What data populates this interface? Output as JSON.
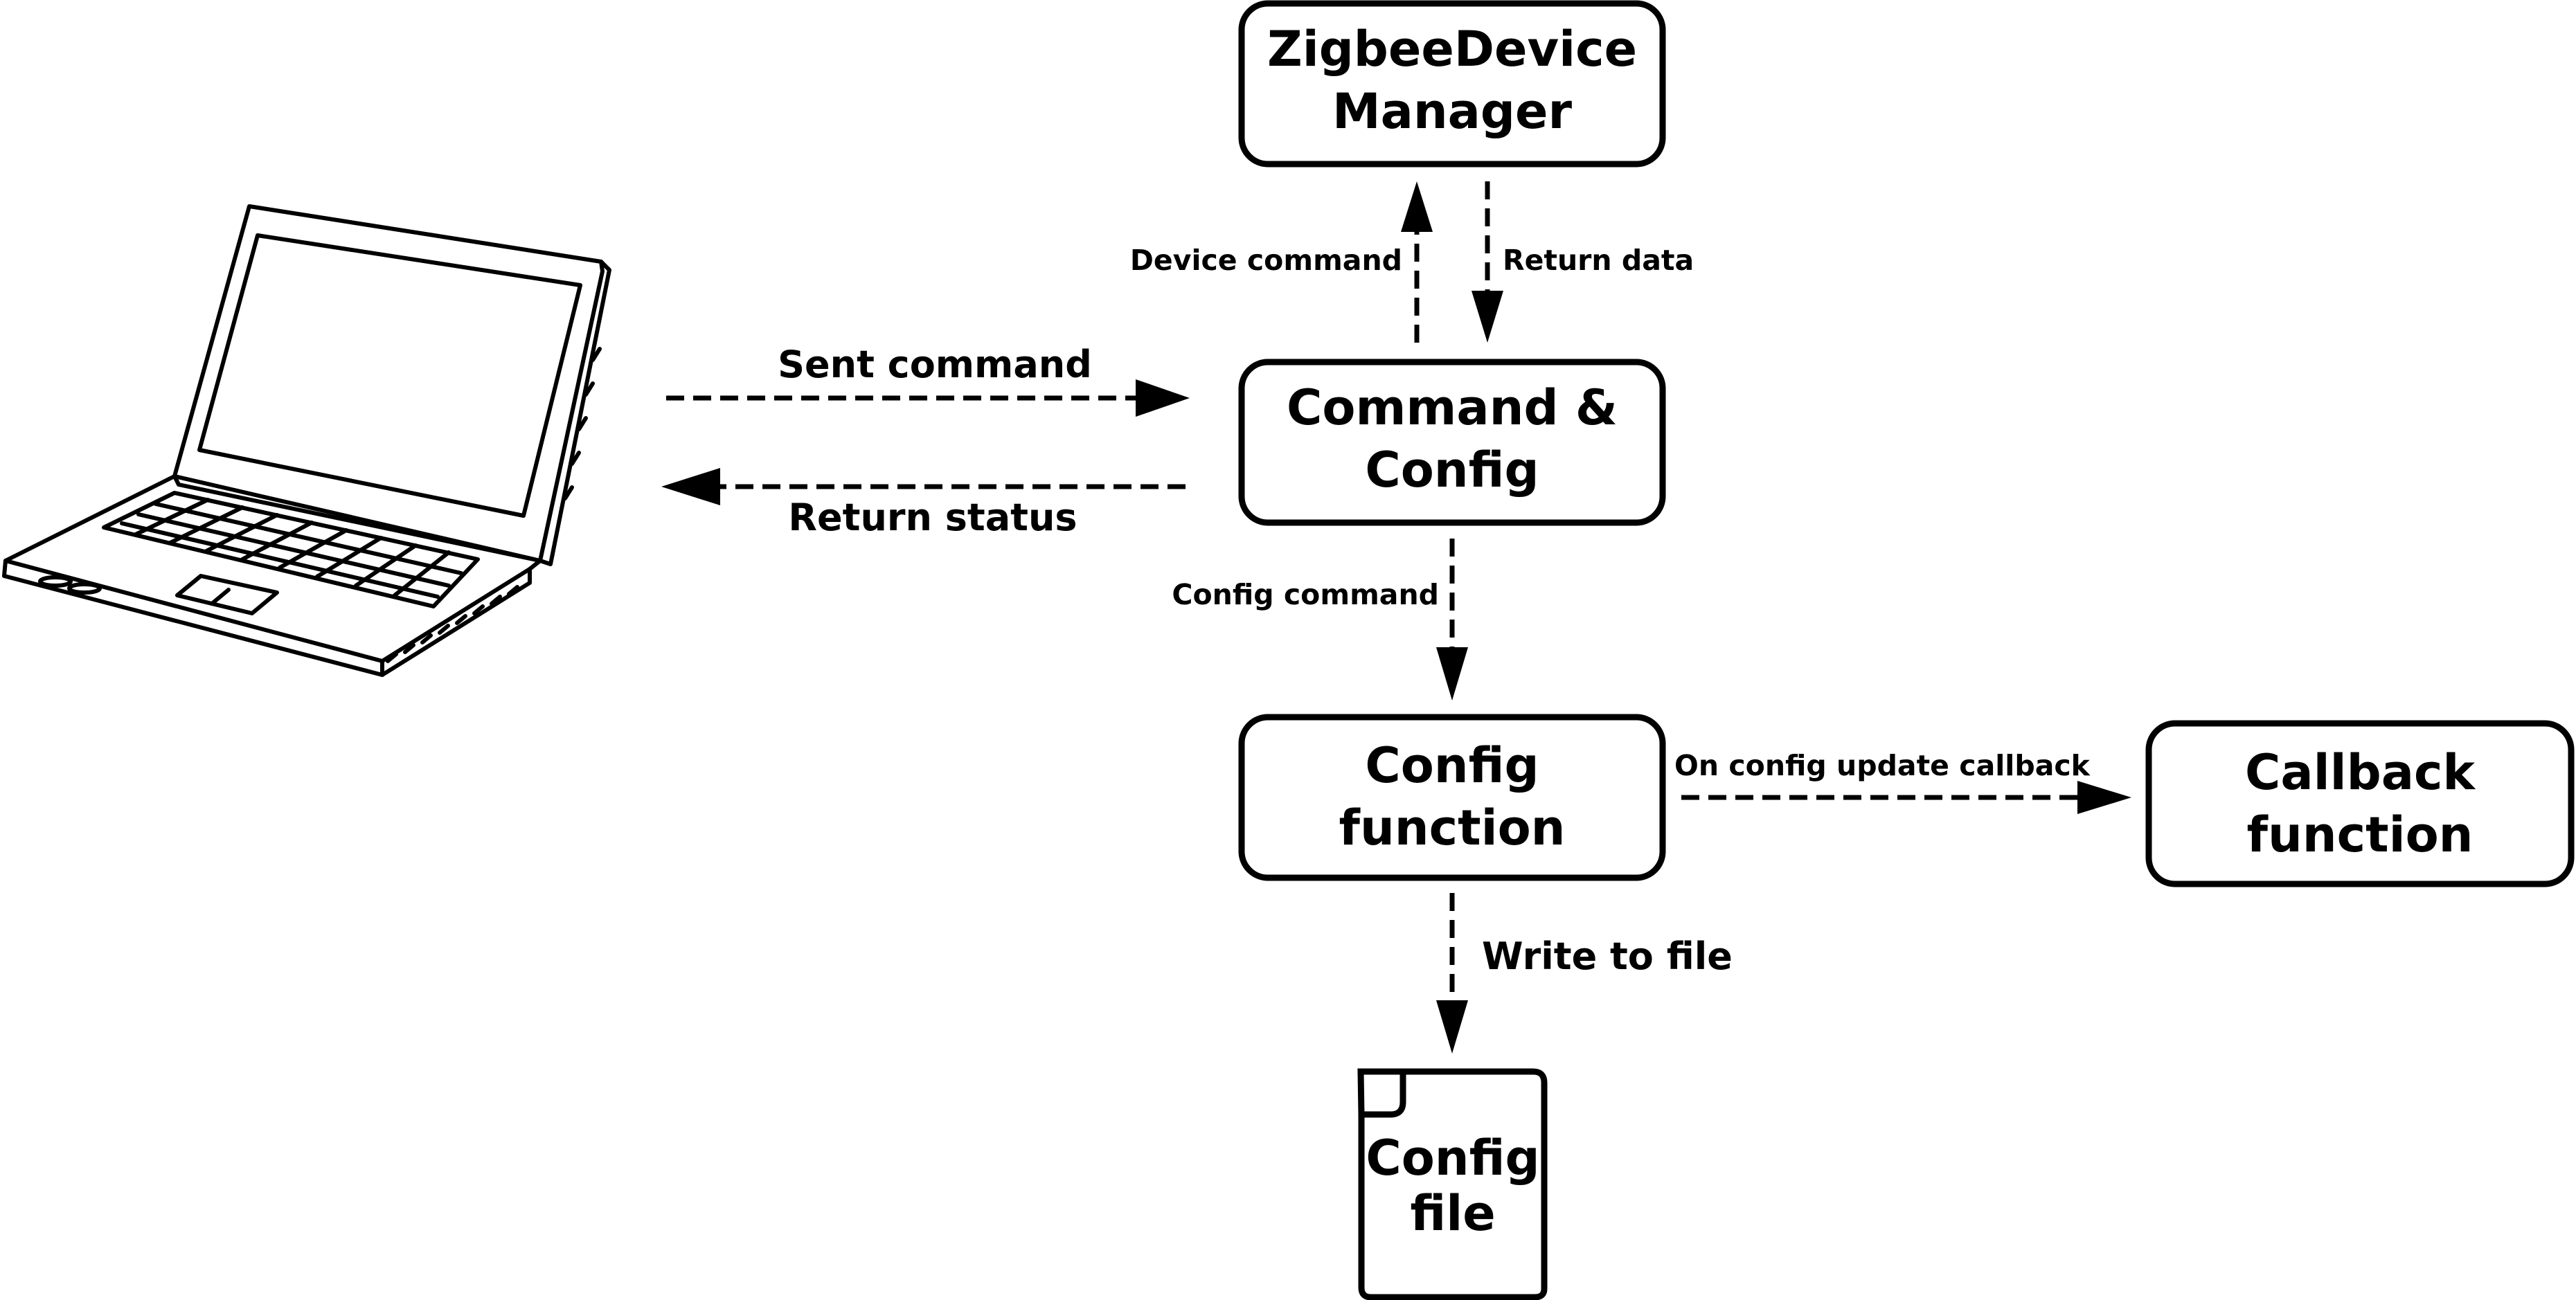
{
  "nodes": {
    "zigbee": {
      "line1": "ZigbeeDevice",
      "line2": "Manager"
    },
    "command": {
      "line1": "Command &",
      "line2": "Config"
    },
    "config_function": {
      "line1": "Config",
      "line2": "function"
    },
    "callback": {
      "line1": "Callback",
      "line2": "function"
    },
    "config_file": {
      "line1": "Config",
      "line2": "file"
    }
  },
  "edges": {
    "sent_command": "Sent command",
    "return_status": "Return status",
    "device_command": "Device command",
    "return_data": "Return data",
    "config_command": "Config command",
    "on_config_update": "On config update callback",
    "write_to_file": "Write to file"
  }
}
